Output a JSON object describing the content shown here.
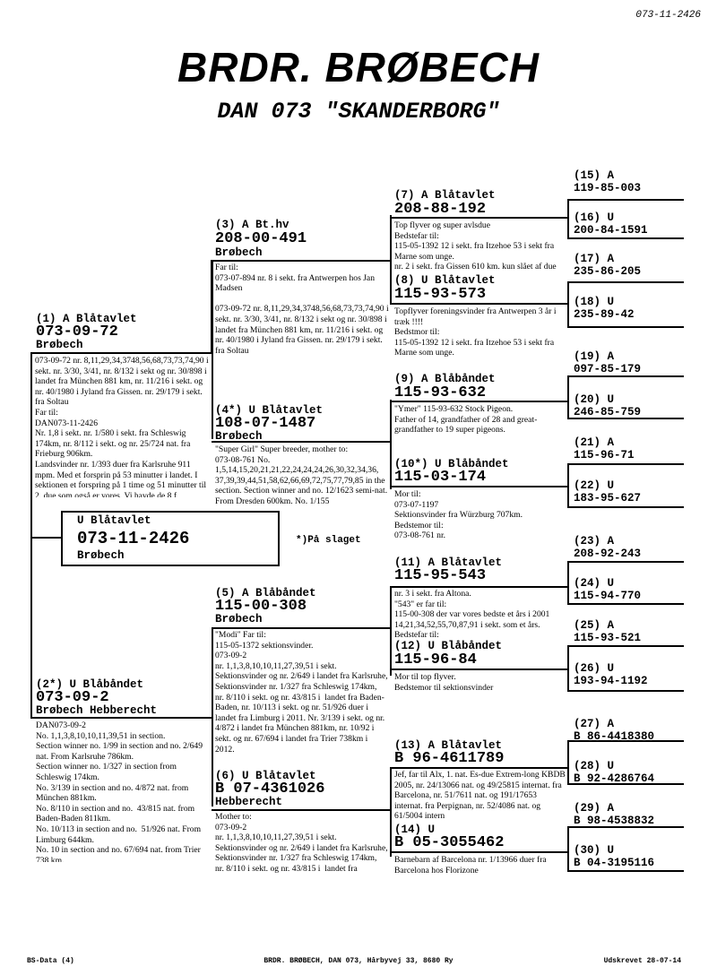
{
  "doc_code": "073-11-2426",
  "title": "BRDR. BRØBECH",
  "subtitle": "DAN 073  \"SKANDERBORG\"",
  "subject": {
    "label": "U Blåtavlet",
    "ring": "073-11-2426",
    "owner": "Brøbech",
    "note": "*)På slaget"
  },
  "p1": {
    "label": "(1) A Blåtavlet",
    "ring": "073-09-72",
    "owner": "Brøbech",
    "text": "073-09-72 nr. 8,11,29,34,3748,56,68,73,73,74,90 i sekt. nr. 3/30, 3/41, nr. 8/132 i sekt og nr. 30/898 i landet fra München 881 km, nr. 11/216 i sekt. og nr. 40/1980 i Jyland fra Gissen. nr. 29/179 i sekt. fra Soltau\nFar til:\nDAN073-11-2426\nNr. 1,8 i sekt. nr. 1/580 i sekt. fra Schleswig 174km, nr. 8/112 i sekt. og nr. 25/724 nat. fra Frieburg 906km.\nLandsvinder nr. 1/393 duer fra Karlsruhe 911 mpm. Med et forsprin på 53 minutter i landet. I sektionen et forspring på 1 time og 51 minutter til 2. due som også er vores. Vi havde de 8 f"
  },
  "p2": {
    "label": "(2*) U Blåbåndet",
    "ring": "073-09-2",
    "owner": "Brøbech Hebberecht",
    "text": "DAN073-09-2\nNo. 1,1,3,8,10,10,11,39,51 in section.\nSection winner no. 1/99 in section and no. 2/649 nat. From Karlsruhe 786km.\nSection winner no. 1/327 in section from Schleswig 174km.\nNo. 3/139 in section and no. 4/872 nat. from München 881km.\nNo. 8/110 in section and no.  43/815 nat. from Baden-Baden 811km.\nNo. 10/113 in section and no.  51/926 nat. From Limburg 644km.\nNo. 10 in section and no. 67/694 nat. from Trier 738 km."
  },
  "p3": {
    "label": "(3) A Bt.hv",
    "ring": "208-00-491",
    "owner": "Brøbech",
    "text": "Far til:\n073-07-894 nr. 8 i sekt. fra Antwerpen hos Jan Madsen\n\n073-09-72 nr. 8,11,29,34,3748,56,68,73,73,74,90 i sekt. nr. 3/30, 3/41, nr. 8/132 i sekt og nr. 30/898 i landet fra München 881 km, nr. 11/216 i sekt. og nr. 40/1980 i Jyland fra Gissen. nr. 29/179 i sekt. fra Soltau"
  },
  "p4": {
    "label": "(4*) U Blåtavlet",
    "ring": "108-07-1487",
    "owner": "Brøbech",
    "text": "\"Super Girl\" Super breeder, mother to:\n073-08-761 No. 1,5,14,15,20,21,21,22,24,24,24,26,30,32,34,36, 37,39,39,44,51,58,62,66,69,72,75,77,79,85 in the section. Section winner and no. 12/1623 semi-nat. From Dresden 600km. No. 1/155"
  },
  "p5": {
    "label": "(5) A Blåbåndet",
    "ring": "115-00-308",
    "owner": "Brøbech",
    "text": "\"Modi\" Far til:\n115-05-1372 sektionsvinder.\n073-09-2\nnr. 1,1,3,8,10,10,11,27,39,51 i sekt. Sektionsvinder og nr. 2/649 i landet fra Karlsruhe,\nSektionsvinder nr. 1/327 fra Schleswig 174km,\nnr. 8/110 i sekt. og nr. 43/815 i  landet fra Baden-Baden, nr. 10/113 i sekt. og nr. 51/926 duer i landet fra Limburg i 2011. Nr. 3/139 i sekt. og nr. 4/872 i landet fra München 881km, nr. 10/92 i sekt. og nr. 67/694 i landet fra Trier 738km i 2012."
  },
  "p6": {
    "label": "(6) U Blåtavlet",
    "ring": "B 07-4361026",
    "owner": "Hebberecht",
    "text": "Mother to:\n073-09-2\nnr. 1,1,3,8,10,10,11,27,39,51 i sekt. Sektionsvinder og nr. 2/649 i landet fra Karlsruhe,\nSektionsvinder nr. 1/327 fra Schleswig 174km,\nnr. 8/110 i sekt. og nr. 43/815 i  landet fra"
  },
  "p7": {
    "label": "(7) A Blåtavlet",
    "ring": "208-88-192",
    "text": "Top flyver og super avlsdue\nBedstefar til:\n115-05-1392 12 i sekt. fra Itzehoe 53 i sekt fra Marne som unge.\nnr. 2 i sekt. fra Gissen 610 km. kun slået af due"
  },
  "p8": {
    "label": "(8) U Blåtavlet",
    "ring": "115-93-573",
    "text": "Topflyver foreningsvinder fra Antwerpen 3 år i træk !!!!\nBedstmor til:\n115-05-1392 12 i sekt. fra Itzehoe 53 i sekt fra Marne som unge."
  },
  "p9": {
    "label": "(9) A Blåbåndet",
    "ring": "115-93-632",
    "text": "\"Ymer\" 115-93-632 Stock Pigeon.\nFather of 14, grandfather of 28 and great-grandfather to 19 super pigeons."
  },
  "p10": {
    "label": "(10*) U Blåbåndet",
    "ring": "115-03-174",
    "text": "Mor til:\n073-07-1197\nSektionsvinder fra Würzburg 707km.\nBedstemor til:\n073-08-761 nr."
  },
  "p11": {
    "label": "(11) A Blåtavlet",
    "ring": "115-95-543",
    "text": "nr. 3 i sekt. fra Altona.\n\"543\" er far til:\n115-00-308 der var vores bedste et års i 2001 14,21,34,52,55,70,87,91 i sekt. som et års.\nBedstefar til:"
  },
  "p12": {
    "label": "(12) U Blåbåndet",
    "ring": "115-96-84",
    "text": "Mor til top flyver.\nBedstemor til sektionsvinder"
  },
  "p13": {
    "label": "(13) A Blåtavlet",
    "ring": "B 96-4611789",
    "text": "Jef, far til Alx, 1. nat. Es-due Extrem-long KBDB 2005, nr. 24/13066 nat. og 49/25815 internat. fra Barcelona, nr. 51/7611 nat. og 191/17653 internat. fra Perpignan, nr. 52/4086 nat. og 61/5004 intern"
  },
  "p14": {
    "label": "(14) U",
    "ring": "B 05-3055462",
    "text": "Barnebarn af Barcelona nr. 1/13966 duer fra Barcelona hos Florizone"
  },
  "gen4": [
    {
      "label": "(15) A",
      "ring": "119-85-003"
    },
    {
      "label": "(16) U",
      "ring": "200-84-1591"
    },
    {
      "label": "(17) A",
      "ring": "235-86-205"
    },
    {
      "label": "(18) U",
      "ring": "235-89-42"
    },
    {
      "label": "(19) A",
      "ring": "097-85-179"
    },
    {
      "label": "(20) U",
      "ring": "246-85-759"
    },
    {
      "label": "(21) A",
      "ring": "115-96-71"
    },
    {
      "label": "(22) U",
      "ring": "183-95-627"
    },
    {
      "label": "(23) A",
      "ring": "208-92-243"
    },
    {
      "label": "(24) U",
      "ring": "115-94-770"
    },
    {
      "label": "(25) A",
      "ring": "115-93-521"
    },
    {
      "label": "(26) U",
      "ring": "193-94-1192"
    },
    {
      "label": "(27) A",
      "ring": "B 86-4418380"
    },
    {
      "label": "(28) U",
      "ring": "B 92-4286764"
    },
    {
      "label": "(29) A",
      "ring": "B 98-4538832"
    },
    {
      "label": "(30) U",
      "ring": "B 04-3195116"
    }
  ],
  "footer": {
    "left": "BS-Data (4)",
    "center": "BRDR. BRØBECH, DAN 073, Hårbyvej 33, 8680 Ry",
    "right": "Udskrevet 28-07-14"
  }
}
